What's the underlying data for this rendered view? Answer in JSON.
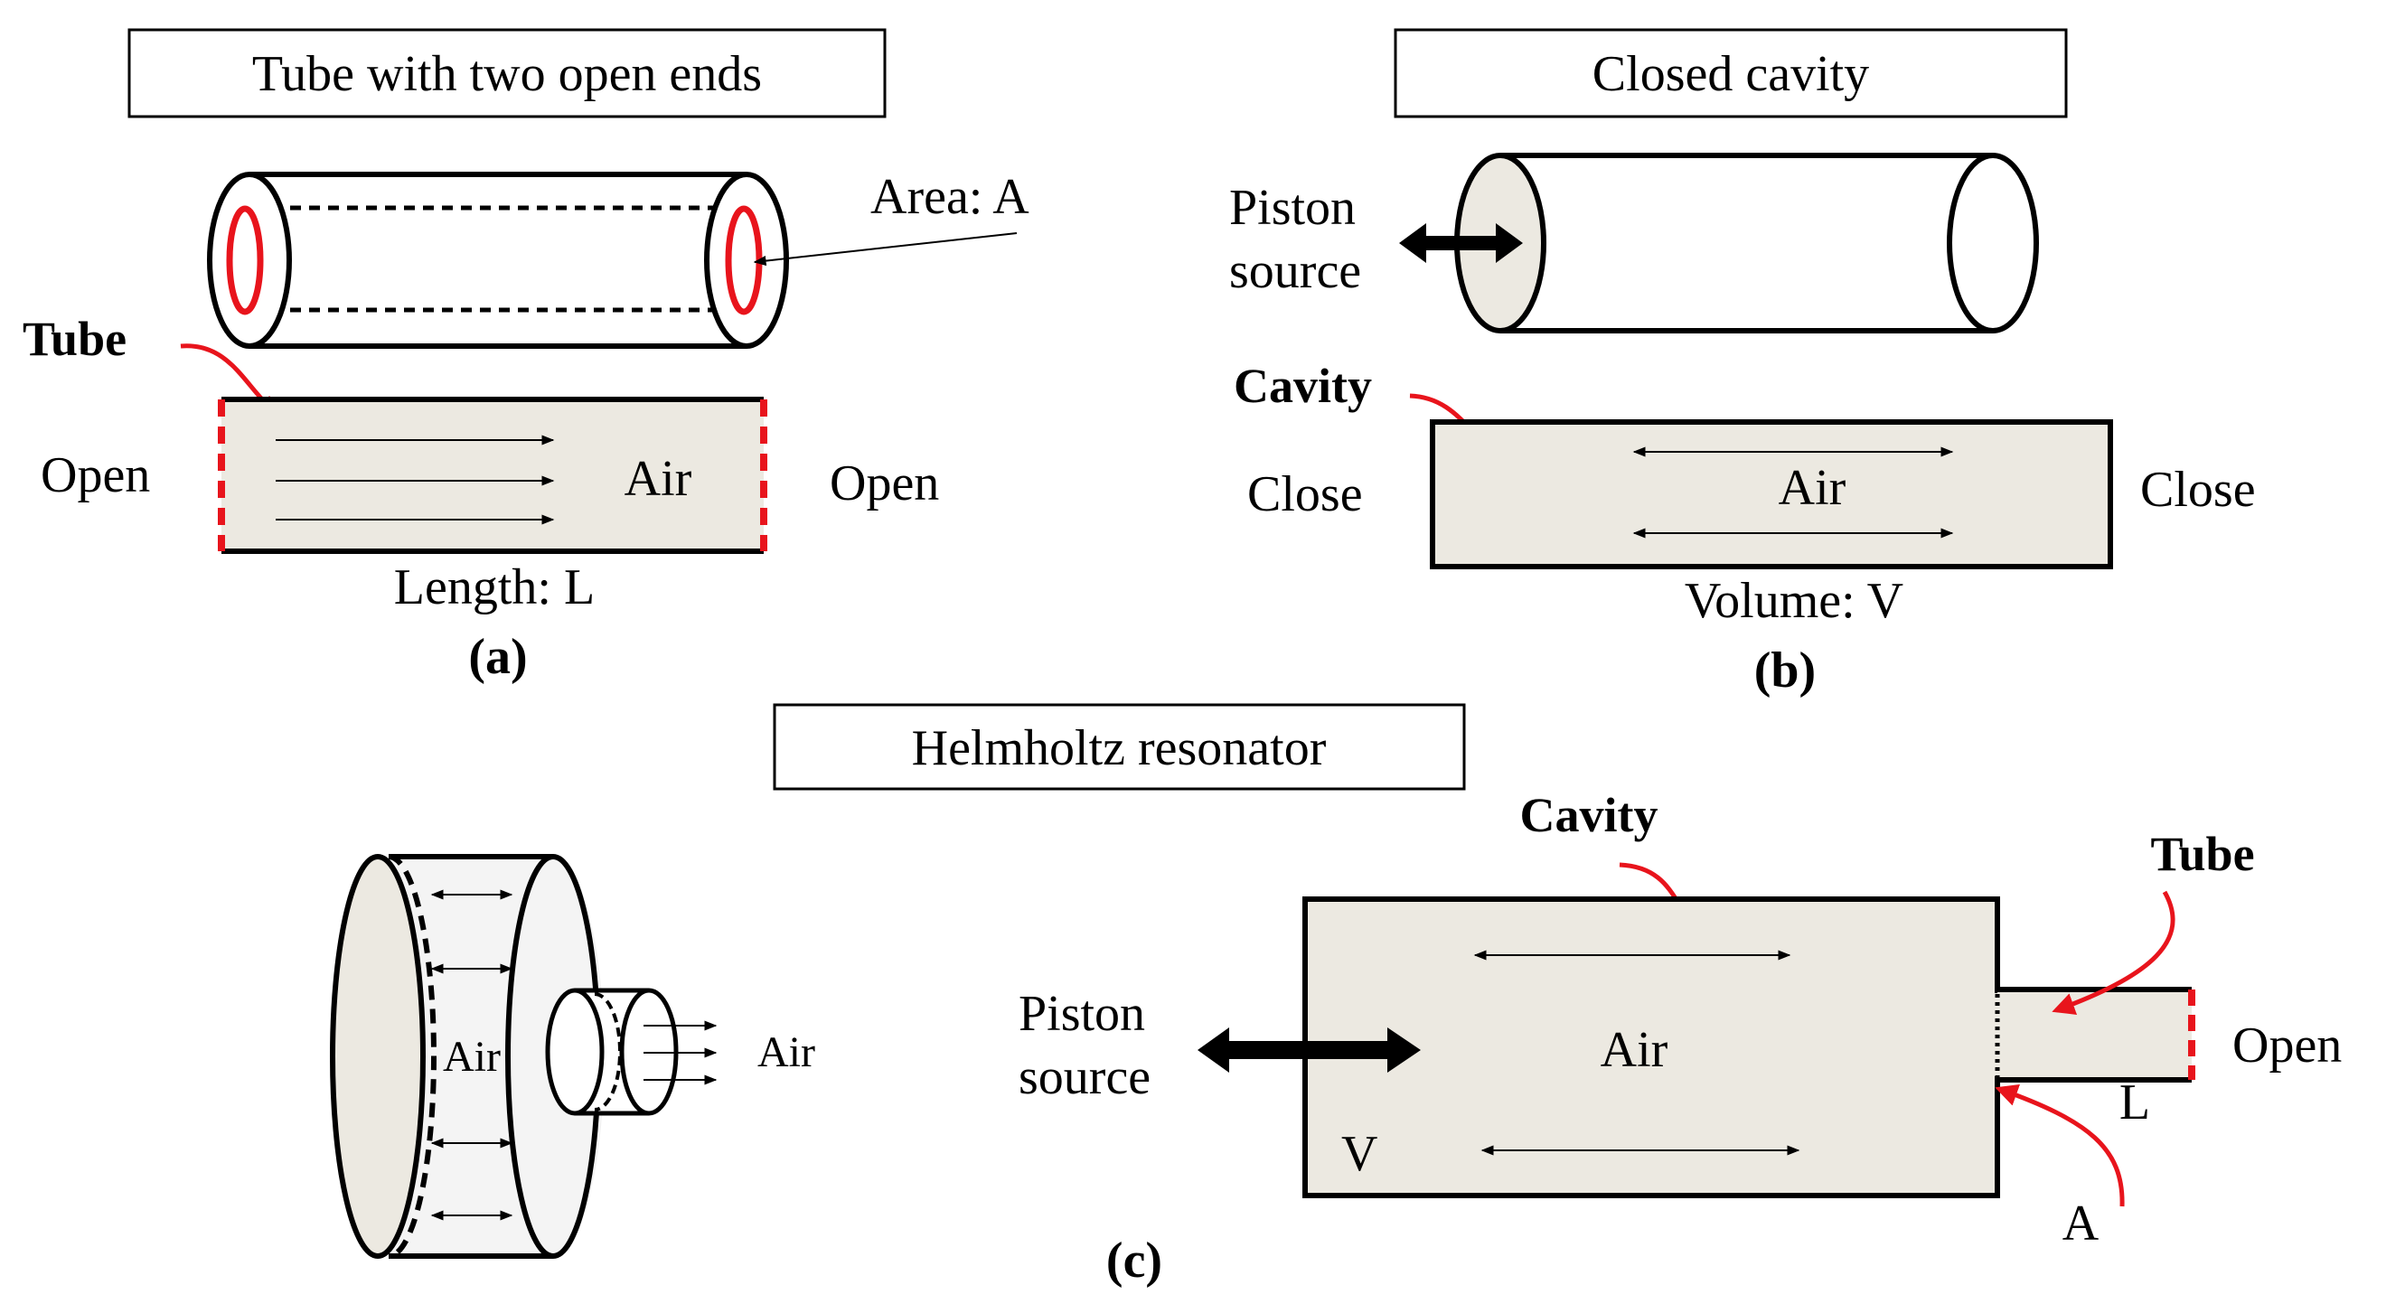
{
  "panel_a": {
    "title": "Tube with two open ends",
    "area_label": "Area: A",
    "tube_label": "Tube",
    "open_left": "Open",
    "open_right": "Open",
    "air_label": "Air",
    "length_label": "Length: L",
    "panel_tag": "(a)"
  },
  "panel_b": {
    "title": "Closed cavity",
    "piston_line1": "Piston",
    "piston_line2": "source",
    "cavity_label": "Cavity",
    "close_left": "Close",
    "close_right": "Close",
    "air_label": "Air",
    "volume_label": "Volume: V",
    "panel_tag": "(b)"
  },
  "panel_c": {
    "title": "Helmholtz resonator",
    "iso_air_inside": "Air",
    "iso_air_outside": "Air",
    "cavity_label": "Cavity",
    "tube_label": "Tube",
    "piston_line1": "Piston",
    "piston_line2": "source",
    "air_label": "Air",
    "open_label": "Open",
    "l_label": "L",
    "v_label": "V",
    "a_label": "A",
    "panel_tag": "(c)"
  },
  "colors": {
    "fill": "#ece9e1",
    "accent": "#e8141c",
    "stroke": "#000000"
  }
}
